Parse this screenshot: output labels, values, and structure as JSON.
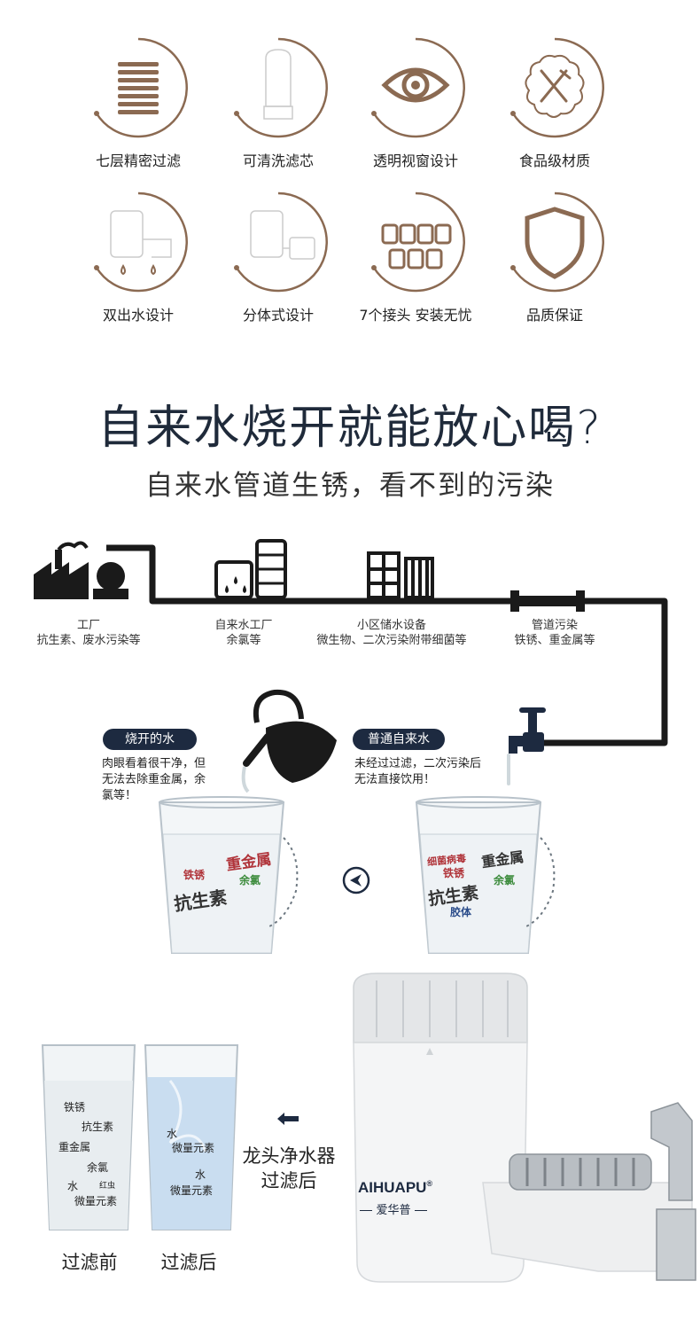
{
  "features": [
    {
      "label": "七层精密过滤",
      "icon": "filter-layers-icon"
    },
    {
      "label": "可清洗滤芯",
      "icon": "filter-cartridge-icon"
    },
    {
      "label": "透明视窗设计",
      "icon": "eye-icon"
    },
    {
      "label": "食品级材质",
      "icon": "fork-knife-icon"
    },
    {
      "label": "双出水设计",
      "icon": "dual-outlet-icon"
    },
    {
      "label": "分体式设计",
      "icon": "split-design-icon"
    },
    {
      "label": "7个接头 安装无忧",
      "icon": "connectors-icon"
    },
    {
      "label": "品质保证",
      "icon": "shield-icon"
    }
  ],
  "headline": {
    "title": "自来水烧开就能放心喝?",
    "subtitle": "自来水管道生锈，看不到的污染"
  },
  "pipeline": [
    {
      "title": "工厂",
      "detail": "抗生素、废水污染等"
    },
    {
      "title": "自来水工厂",
      "detail": "余氯等"
    },
    {
      "title": "小区储水设备",
      "detail": "微生物、二次污染附带细菌等"
    },
    {
      "title": "管道污染",
      "detail": "铁锈、重金属等"
    }
  ],
  "boiled": {
    "badge": "烧开的水",
    "desc_lines": [
      "肉眼看着很干净，但",
      "无法去除重金属，余",
      "氯等！"
    ],
    "glass_words": [
      "重金属",
      "铁锈",
      "余氯",
      "抗生素"
    ]
  },
  "tap": {
    "badge": "普通自来水",
    "desc_lines": [
      "未经过过滤，二次污染后",
      "无法直接饮用！"
    ],
    "glass_words": [
      "细菌病毒",
      "重金属",
      "铁锈",
      "余氯",
      "抗生素",
      "胶体"
    ]
  },
  "before_glass": [
    "铁锈",
    "抗生素",
    "重金属",
    "余氯",
    "水",
    "红虫",
    "微量元素"
  ],
  "after_glass": [
    "水",
    "微量元素",
    "水",
    "微量元素"
  ],
  "product": {
    "brand": "AIHUAPU",
    "brand_mark": "®",
    "brand_cn": "爱华普",
    "caption_line1": "龙头净水器",
    "caption_line2": "过滤后"
  },
  "compare_labels": {
    "before": "过滤前",
    "after": "过滤后"
  },
  "colors": {
    "ring": "#8b6a52",
    "navy": "#1d2a40",
    "pipe": "#1a1a1a",
    "red_word": "#b0343a",
    "green_word": "#3a8a3a",
    "blue_word": "#2a4c8a"
  }
}
